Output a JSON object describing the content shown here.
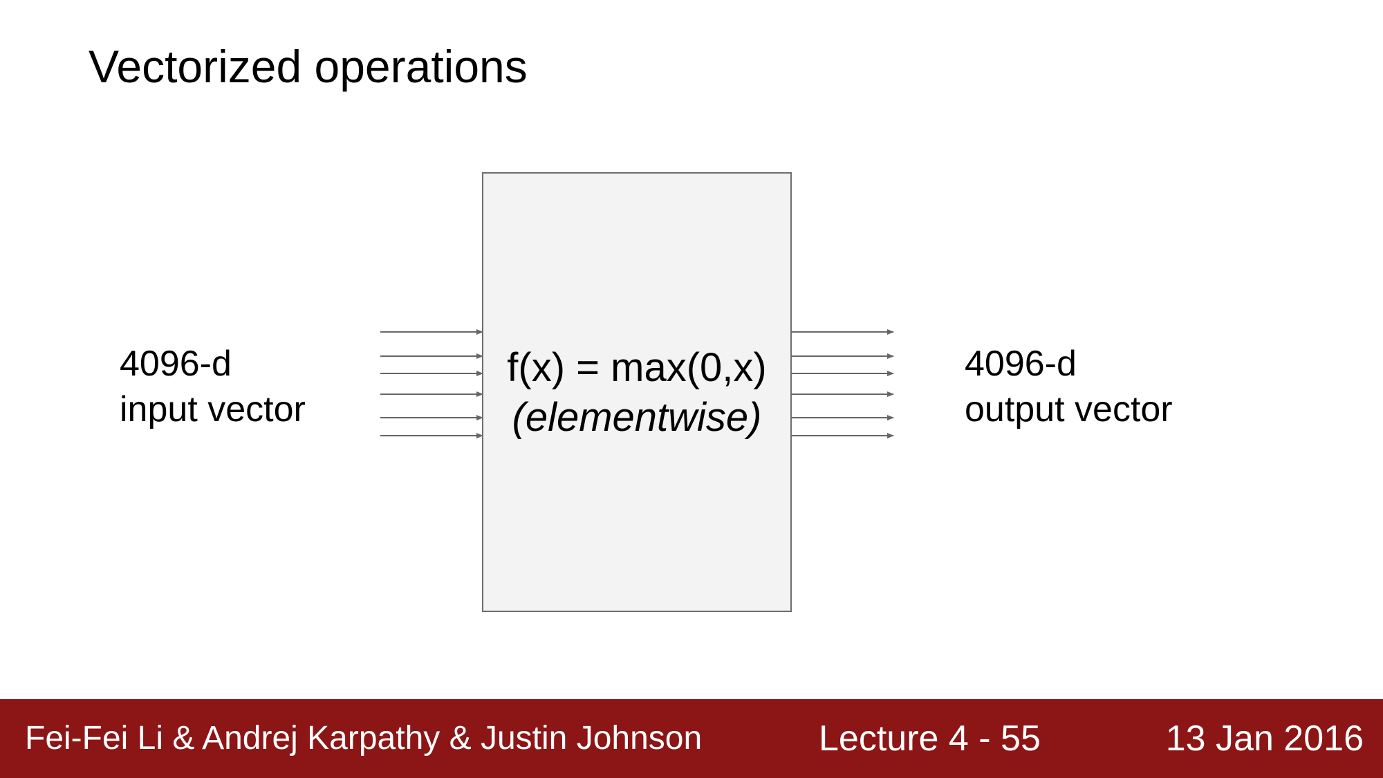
{
  "title": "Vectorized operations",
  "input": {
    "line1": "4096-d",
    "line2": "input vector"
  },
  "output": {
    "line1": "4096-d",
    "line2": "output vector"
  },
  "box": {
    "formula": "f(x) = max(0,x)",
    "note": "(elementwise)"
  },
  "footer": {
    "authors": "Fei-Fei Li & Andrej Karpathy & Justin Johnson",
    "lecture": "Lecture 4 - 55",
    "date": "13 Jan 2016"
  },
  "colors": {
    "footer_bg": "#8c1515",
    "box_fill": "#f3f3f3",
    "box_stroke": "#6e6e6e",
    "arrow": "#666666"
  }
}
